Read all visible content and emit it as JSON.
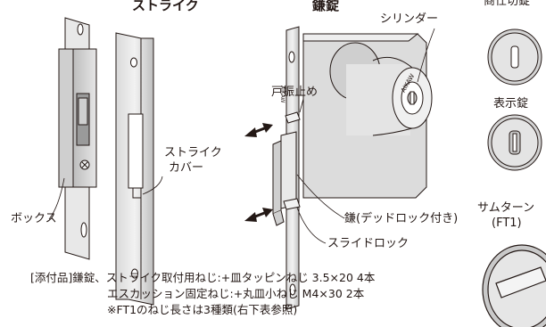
{
  "labels": {
    "strike": "ストライク",
    "lock": "鎌錠",
    "cylinder": "シリンダー",
    "box": "ボックス",
    "strike_cover": [
      "ストライク",
      "カバー"
    ],
    "door_stop": "戸振止め",
    "sickle": "鎌(デッドロック付き)",
    "slide_lock": "スライドロック",
    "brand": "AIKAW"
  },
  "right_panel": {
    "merchant_lock": "商仕切錠",
    "indicator_lock": "表示錠",
    "thumbturn": [
      "サムターン",
      "(FT1)"
    ]
  },
  "notes": [
    "[添付品]鎌錠、ストライク取付用ねじ:+皿タッピンねじ 3.5×20 4本",
    "エスカッション固定ねじ:+丸皿小ねじ M4×30 2本",
    "※FT1のねじ長さは3種類(右下表参照)"
  ]
}
